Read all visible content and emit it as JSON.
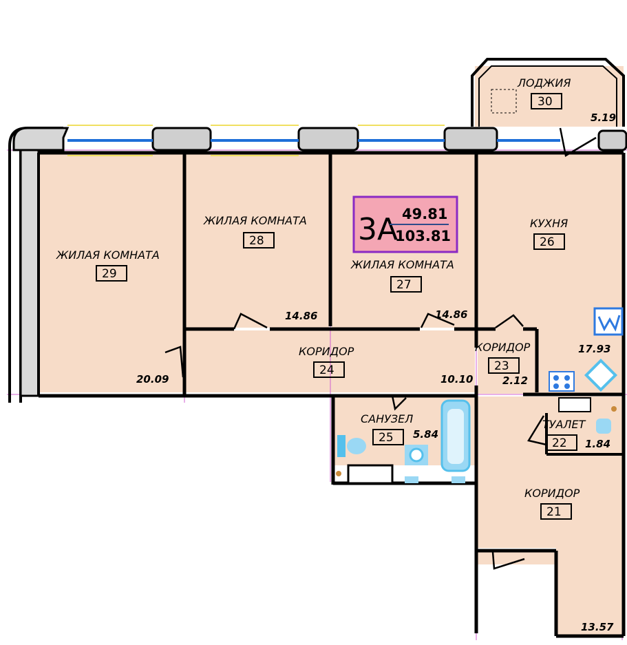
{
  "apartment": {
    "type": "3А",
    "living_area": "49.81",
    "total_area": "103.81"
  },
  "rooms": [
    {
      "id": "loggia",
      "name": "ЛОДЖИЯ",
      "number": "30",
      "area": "5.19"
    },
    {
      "id": "living29",
      "name": "ЖИЛАЯ  КОМНАТА",
      "number": "29",
      "area": "20.09"
    },
    {
      "id": "living28",
      "name": "ЖИЛАЯ  КОМНАТА",
      "number": "28",
      "area": "14.86"
    },
    {
      "id": "living27",
      "name": "ЖИЛАЯ  КОМНАТА",
      "number": "27",
      "area": "14.86"
    },
    {
      "id": "kitchen",
      "name": "КУХНЯ",
      "number": "26",
      "area": "17.93"
    },
    {
      "id": "corridor24",
      "name": "КОРИДОР",
      "number": "24",
      "area": "10.10"
    },
    {
      "id": "corridor23",
      "name": "КОРИДОР",
      "number": "23",
      "area": "2.12"
    },
    {
      "id": "bathroom",
      "name": "САНУЗЕЛ",
      "number": "25",
      "area": "5.84"
    },
    {
      "id": "toilet",
      "name": "ТУАЛЕТ",
      "number": "22",
      "area": "1.84"
    },
    {
      "id": "corridor21",
      "name": "КОРИДОР",
      "number": "21",
      "area": "13.57"
    }
  ],
  "colors": {
    "floor": "#f7dcc8",
    "wall": "#000000",
    "window": "#1e6fd9",
    "frame": "#c9c9c9",
    "grid": "#d060d0",
    "fixture": "#55c0ec",
    "badge_fill": "#f4a6b4",
    "badge_border": "#8a2ac4"
  }
}
